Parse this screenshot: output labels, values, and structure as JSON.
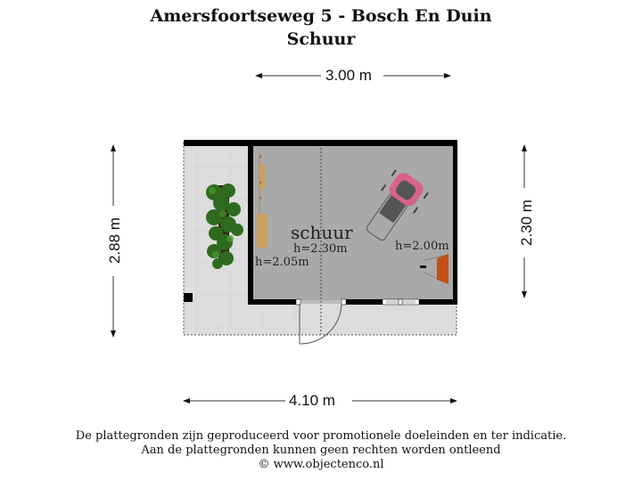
{
  "header": {
    "title_line1": "Amersfoortseweg 5 - Bosch En Duin",
    "title_line2": "Schuur"
  },
  "dimensions": {
    "top_width": "3.00 m",
    "bottom_width": "4.10 m",
    "left_height": "2.88 m",
    "right_height": "2.30 m"
  },
  "rooms": [
    {
      "name": "schuur",
      "height_label": "h=2.30m"
    }
  ],
  "annotations": {
    "left_wall_height": "h=2.05m",
    "right_wall_height": "h=2.00m"
  },
  "objects": {
    "plant": "plant-icon",
    "lawnmower": "lawnmower-icon",
    "wheelbarrow": "wheelbarrow-icon",
    "shelf": "shelf-icon",
    "door": "door-swing-icon",
    "window": "window-icon"
  },
  "colors": {
    "wall": "#000000",
    "floor_inside": "#a9a9a9",
    "floor_outside": "#dedede",
    "mower_body": "#d6638a",
    "wheelbarrow": "#c0501a",
    "plant": "#2e6b1e"
  },
  "footer": {
    "line1": "De plattegronden zijn geproduceerd voor promotionele doeleinden en ter indicatie.",
    "line2": "Aan de plattegronden kunnen geen rechten worden ontleend",
    "line3": "© www.objectenco.nl"
  }
}
